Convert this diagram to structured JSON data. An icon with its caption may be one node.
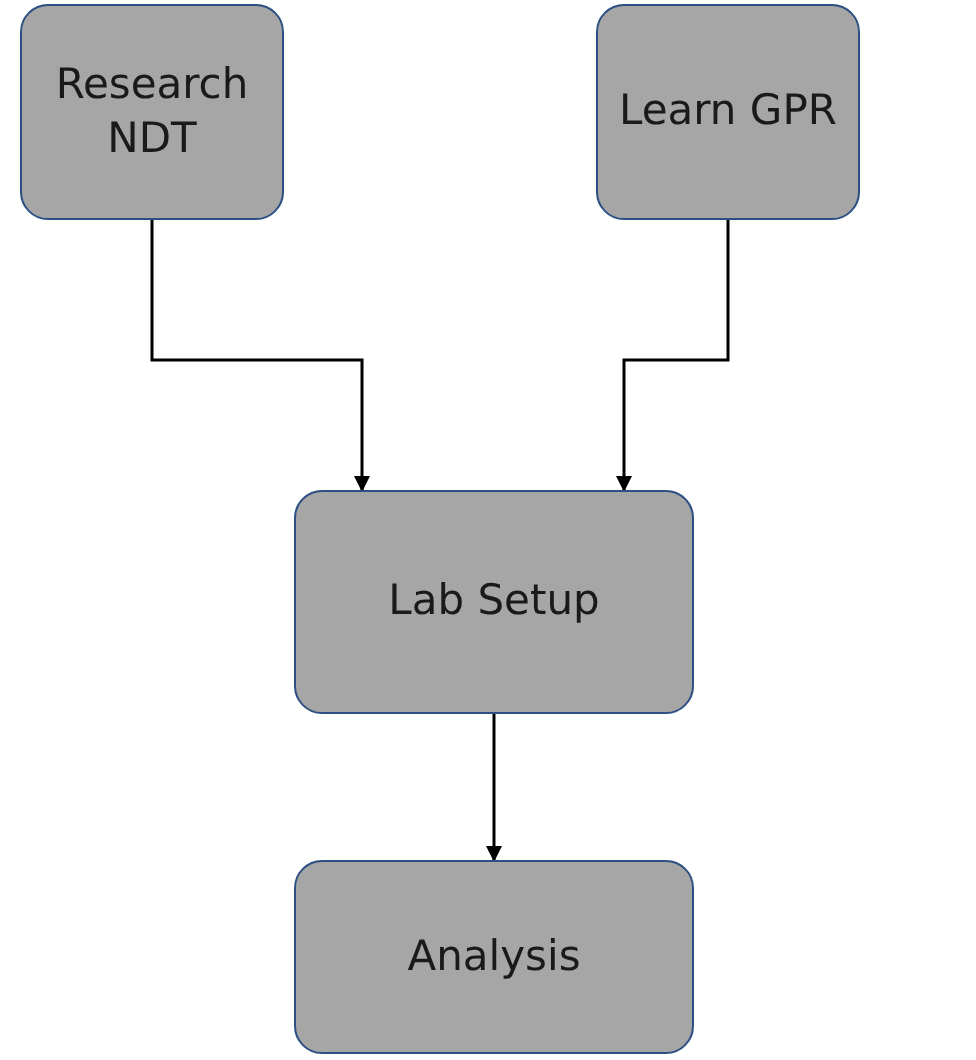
{
  "diagram": {
    "nodes": [
      {
        "text": [
          "Research NDT"
        ]
      },
      {
        "text": [
          "Learn GPR"
        ]
      },
      {
        "text": [
          "Lab Setup"
        ]
      },
      {
        "text": [
          "Analysis"
        ]
      }
    ],
    "edges": [
      {
        "from": 0,
        "to": 2,
        "arrow": "to"
      },
      {
        "from": 1,
        "to": 2,
        "arrow": "to"
      },
      {
        "from": 2,
        "to": 3,
        "arrow": "to"
      }
    ]
  }
}
